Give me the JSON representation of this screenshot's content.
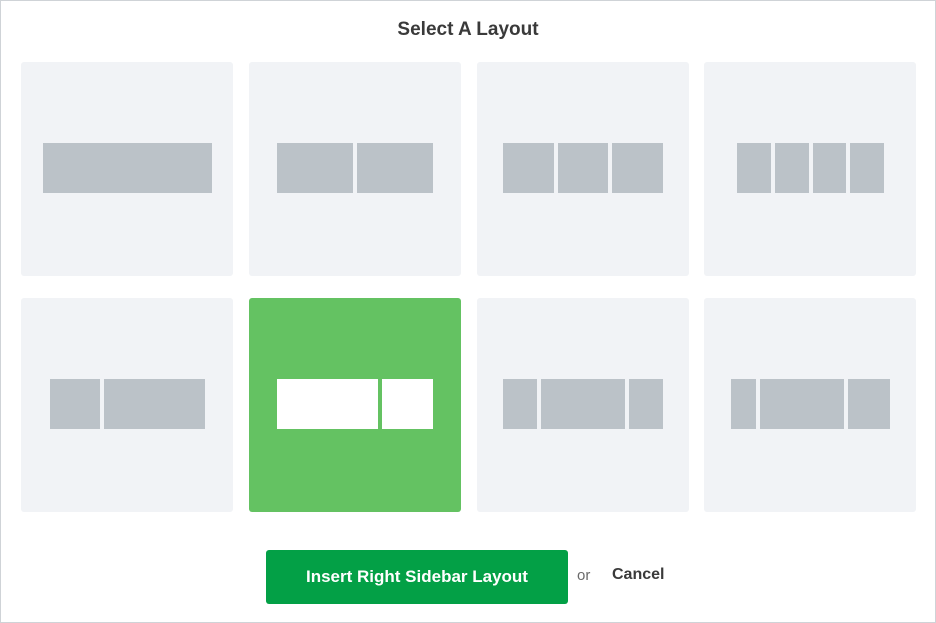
{
  "dialog": {
    "title": "Select A Layout",
    "layouts": [
      {
        "id": "one-column",
        "selected": false
      },
      {
        "id": "two-columns",
        "selected": false
      },
      {
        "id": "three-columns",
        "selected": false
      },
      {
        "id": "four-columns",
        "selected": false
      },
      {
        "id": "left-sidebar",
        "selected": false
      },
      {
        "id": "right-sidebar",
        "selected": true
      },
      {
        "id": "two-sidebars",
        "selected": false
      },
      {
        "id": "left-sidebar-split",
        "selected": false
      }
    ],
    "insert_button_label": "Insert Right Sidebar Layout",
    "or_text": "or",
    "cancel_label": "Cancel"
  },
  "colors": {
    "tile_background": "#f1f3f6",
    "tile_selected": "#64c262",
    "block_gray": "#bbc2c8",
    "block_selected": "#ffffff",
    "insert_button": "#03a046"
  }
}
